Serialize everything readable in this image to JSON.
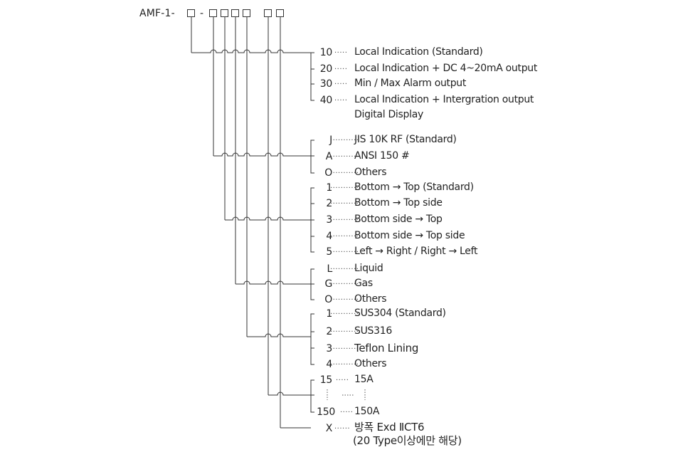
{
  "model_prefix": "AMF-1-",
  "model_dash": "-",
  "groups": [
    {
      "options": [
        {
          "code": "10",
          "desc": "Local Indication (Standard)"
        },
        {
          "code": "20",
          "desc": "Local Indication + DC 4~20mA output"
        },
        {
          "code": "30",
          "desc": "Min / Max Alarm output"
        },
        {
          "code": "40",
          "desc": "Local Indication + Intergration output"
        }
      ],
      "extra": "Digital Display"
    },
    {
      "options": [
        {
          "code": "J",
          "desc": "JIS 10K RF (Standard)"
        },
        {
          "code": "A",
          "desc": "ANSI 150 #"
        },
        {
          "code": "O",
          "desc": "Others"
        }
      ]
    },
    {
      "options": [
        {
          "code": "1",
          "desc": "Bottom → Top (Standard)"
        },
        {
          "code": "2",
          "desc": "Bottom → Top side"
        },
        {
          "code": "3",
          "desc": "Bottom side → Top"
        },
        {
          "code": "4",
          "desc": "Bottom side → Top side"
        },
        {
          "code": "5",
          "desc": "Left → Right / Right → Left"
        }
      ]
    },
    {
      "options": [
        {
          "code": "L",
          "desc": "Liquid"
        },
        {
          "code": "G",
          "desc": "Gas"
        },
        {
          "code": "O",
          "desc": "Others"
        }
      ]
    },
    {
      "options": [
        {
          "code": "1",
          "desc": "SUS304 (Standard)"
        },
        {
          "code": "2",
          "desc": "SUS316"
        },
        {
          "code": "3",
          "desc": "Teflon Lining"
        },
        {
          "code": "4",
          "desc": "Others"
        }
      ]
    },
    {
      "options": [
        {
          "code": "15",
          "desc": "15A"
        },
        {
          "code": "150",
          "desc": "150A"
        }
      ]
    },
    {
      "options": [
        {
          "code": "X",
          "desc": "방폭 Exd ⅡCT6"
        }
      ],
      "extra": "(20 Type이상에만 해당)"
    }
  ]
}
